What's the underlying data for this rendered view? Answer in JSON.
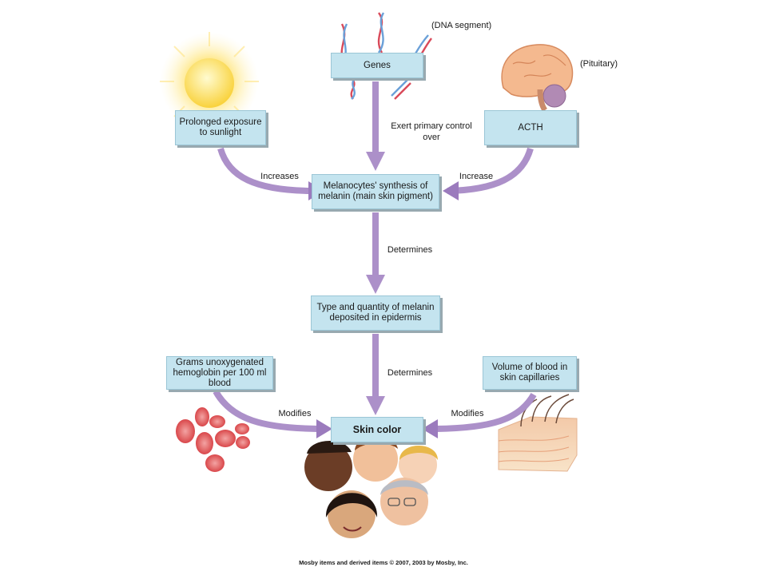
{
  "nodes": {
    "genes": "Genes",
    "sunlight": "Prolonged exposure to sunlight",
    "acth": "ACTH",
    "melanin_synthesis": "Melanocytes' synthesis of melanin (main skin pigment)",
    "melanin_type": "Type and quantity of melanin deposited in epidermis",
    "hemoglobin": "Grams unoxygenated hemoglobin per 100 ml blood",
    "blood_volume": "Volume of blood in skin capillaries",
    "skin_color": "Skin color"
  },
  "edges": {
    "genes_to_synthesis": "Exert primary control over",
    "sunlight_to_synthesis": "Increases",
    "acth_to_synthesis": "Increase",
    "synthesis_to_type": "Determines",
    "type_to_skin": "Determines",
    "hemoglobin_to_skin": "Modifies",
    "blood_to_skin": "Modifies"
  },
  "annotations": {
    "dna": "(DNA segment)",
    "pituitary": "(Pituitary)"
  },
  "footer": "Mosby items and derived items © 2007, 2003 by Mosby, Inc.",
  "colors": {
    "box_fill": "#c4e4ef",
    "arrow": "#a98bc7",
    "arrow_dark": "#8f6fb3"
  }
}
